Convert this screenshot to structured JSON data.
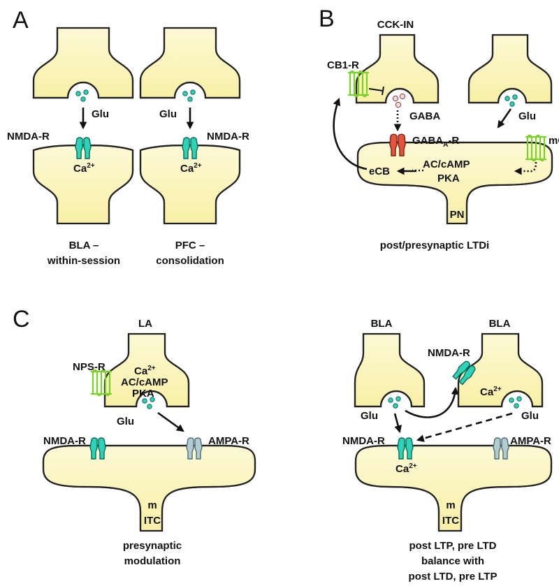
{
  "panels": {
    "A": {
      "letter": "A",
      "left": {
        "glu": "Glu",
        "receptor": "NMDA-R",
        "ion": "Ca",
        "ion_sup": "2+",
        "caption1": "BLA –",
        "caption2": "within-session"
      },
      "right": {
        "glu": "Glu",
        "receptor": "NMDA-R",
        "ion": "Ca",
        "ion_sup": "2+",
        "caption1": "PFC –",
        "caption2": "consolidation"
      }
    },
    "B": {
      "letter": "B",
      "presyn_label": "CCK-IN",
      "cb1": "CB1-R",
      "gaba": "GABA",
      "gabaa_main": "GABA",
      "gabaa_sub": "A",
      "gabaa_suffix": "-R",
      "glu": "Glu",
      "mglur": "mGluR",
      "ecb": "eCB",
      "ac": "AC/cAMP",
      "pka": "PKA",
      "post_label": "PN",
      "caption": "post/presynaptic LTDi"
    },
    "C_left": {
      "letter": "C",
      "presyn_label": "LA",
      "npsr": "NPS-R",
      "ion": "Ca",
      "ion_sup": "2+",
      "ac": "AC/cAMP",
      "pka": "PKA",
      "glu": "Glu",
      "nmda": "NMDA-R",
      "ampa": "AMPA-R",
      "post_label1": "m",
      "post_label2": "ITC",
      "caption1": "presynaptic",
      "caption2": "modulation"
    },
    "C_right": {
      "presyn_label_left": "BLA",
      "presyn_label_right": "BLA",
      "nmda_top": "NMDA-R",
      "ion_top": "Ca",
      "ion_top_sup": "2+",
      "glu_left": "Glu",
      "glu_right": "Glu",
      "nmda": "NMDA-R",
      "ampa": "AMPA-R",
      "ion": "Ca",
      "ion_sup": "2+",
      "post_label1": "m",
      "post_label2": "ITC",
      "caption1": "post LTP, pre LTD",
      "caption2": "balance with",
      "caption3": "post LTD, pre LTP"
    }
  },
  "colors": {
    "membrane_fill": "#fbf6c4",
    "nmda_fill": "#2ed3b7",
    "gabaa_fill": "#e5553c",
    "ampa_fill": "#b4ccd0",
    "gpcr_stroke": "#7ccf24",
    "vesicle_glu": "#2fd1b2",
    "vesicle_gaba": "#f3dede"
  }
}
